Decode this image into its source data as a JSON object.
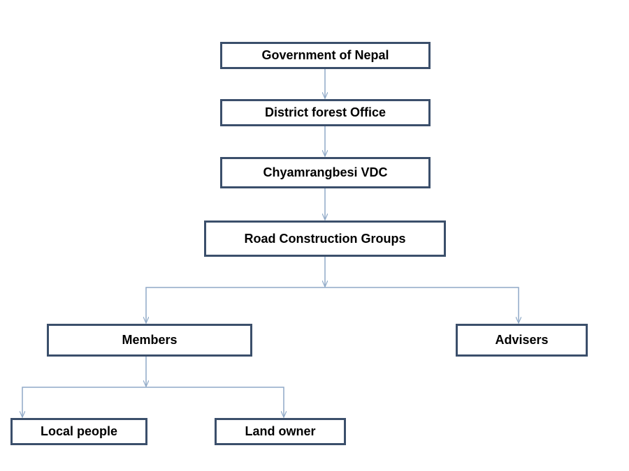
{
  "diagram": {
    "nodes": {
      "government": "Government of Nepal",
      "district_forest_office": "District forest Office",
      "vdc": "Chyamrangbesi VDC",
      "road_construction_groups": "Road Construction Groups",
      "members": "Members",
      "advisers": "Advisers",
      "local_people": "Local people",
      "land_owner": "Land owner"
    },
    "edges": [
      {
        "from": "government",
        "to": "district_forest_office"
      },
      {
        "from": "district_forest_office",
        "to": "vdc"
      },
      {
        "from": "vdc",
        "to": "road_construction_groups"
      },
      {
        "from": "road_construction_groups",
        "to": "members"
      },
      {
        "from": "road_construction_groups",
        "to": "advisers"
      },
      {
        "from": "members",
        "to": "local_people"
      },
      {
        "from": "members",
        "to": "land_owner"
      }
    ],
    "colors": {
      "box_border": "#3b4f6b",
      "connector": "#8fa9c7"
    }
  }
}
